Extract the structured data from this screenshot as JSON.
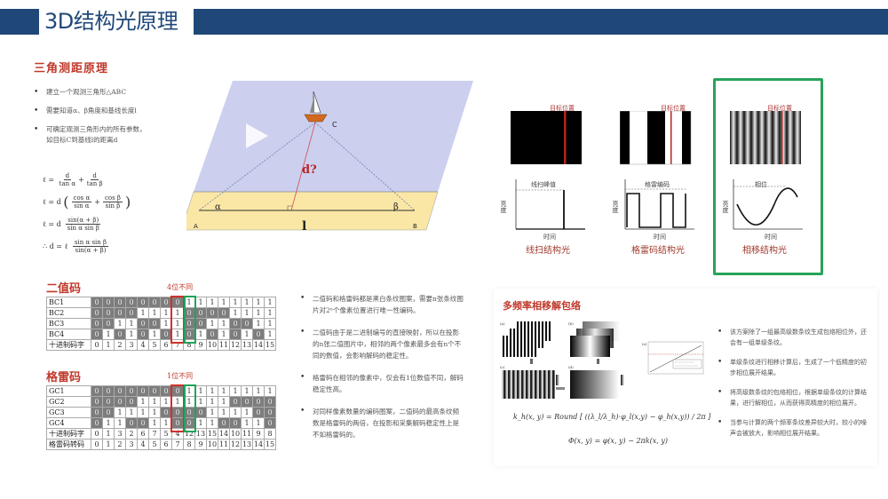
{
  "header": {
    "title": "3D结构光原理",
    "bar_color": "#1f4878"
  },
  "triangulation": {
    "title": "三角测距原理",
    "bullets": [
      "建立一个观测三角形△ABC",
      "需要知道α、β角度和基线长度l",
      "可确定观测三角形内的所有参数，如目标C到基线l的距离d"
    ],
    "formulas": [
      "ℓ = d/tan α + d/tan β",
      "ℓ = d (cos α/sin α + cos β/sin β)",
      "ℓ = d · sin(α + β) / (sin α sin β)",
      "∴ d = ℓ · sin α sin β / sin(α + β)"
    ],
    "diagram": {
      "point_a": "A",
      "point_b": "B",
      "point_c": "C",
      "angle_alpha": "α",
      "angle_beta": "β",
      "distance_label": "d?",
      "baseline_label": "l",
      "play_icon": "play-icon"
    }
  },
  "structured_light": {
    "items": [
      {
        "target_label": "目标位置",
        "range_label": "线扫峰值",
        "y_label": "亮度",
        "x_label": "时间",
        "caption": "线扫结构光"
      },
      {
        "target_label": "目标位置",
        "range_label": "格雷编码",
        "y_label": "亮度",
        "x_label": "时间",
        "caption": "格雷码结构光"
      },
      {
        "target_label": "目标位置",
        "range_label": "相位",
        "y_label": "亮度",
        "x_label": "时间",
        "caption": "相移结构光",
        "highlighted": true
      }
    ],
    "highlight_color": "#27a35a"
  },
  "binary_code": {
    "title": "二值码",
    "diff_label": "4位不同",
    "rows": [
      {
        "label": "BC1",
        "bits": [
          0,
          0,
          0,
          0,
          0,
          0,
          0,
          0,
          1,
          1,
          1,
          1,
          1,
          1,
          1,
          1
        ]
      },
      {
        "label": "BC2",
        "bits": [
          0,
          0,
          0,
          0,
          1,
          1,
          1,
          1,
          0,
          0,
          0,
          0,
          1,
          1,
          1,
          1
        ]
      },
      {
        "label": "BC3",
        "bits": [
          0,
          0,
          1,
          1,
          0,
          0,
          1,
          1,
          0,
          0,
          1,
          1,
          0,
          0,
          1,
          1
        ]
      },
      {
        "label": "BC4",
        "bits": [
          0,
          1,
          0,
          1,
          0,
          1,
          0,
          1,
          0,
          1,
          0,
          1,
          0,
          1,
          0,
          1
        ]
      }
    ],
    "decimal_label": "十进制码字",
    "decimal": [
      0,
      1,
      2,
      3,
      4,
      5,
      6,
      7,
      8,
      9,
      10,
      11,
      12,
      13,
      14,
      15
    ]
  },
  "gray_code": {
    "title": "格雷码",
    "diff_label": "1位不同",
    "rows": [
      {
        "label": "GC1",
        "bits": [
          0,
          0,
          0,
          0,
          0,
          0,
          0,
          0,
          1,
          1,
          1,
          1,
          1,
          1,
          1,
          1
        ]
      },
      {
        "label": "GC2",
        "bits": [
          0,
          0,
          0,
          0,
          1,
          1,
          1,
          1,
          1,
          1,
          1,
          1,
          0,
          0,
          0,
          0
        ]
      },
      {
        "label": "GC3",
        "bits": [
          0,
          0,
          1,
          1,
          1,
          1,
          0,
          0,
          0,
          0,
          1,
          1,
          1,
          1,
          0,
          0
        ]
      },
      {
        "label": "GC4",
        "bits": [
          0,
          1,
          1,
          0,
          0,
          1,
          1,
          0,
          0,
          1,
          1,
          0,
          0,
          1,
          1,
          0
        ]
      }
    ],
    "decimal_label": "十进制码字",
    "decimal": [
      0,
      1,
      3,
      2,
      6,
      7,
      5,
      4,
      12,
      13,
      15,
      14,
      10,
      11,
      9,
      8
    ],
    "converted_label": "格雷码转码",
    "converted": [
      0,
      1,
      2,
      3,
      4,
      5,
      6,
      7,
      8,
      9,
      10,
      11,
      12,
      13,
      14,
      15
    ]
  },
  "code_notes": [
    "二值码和格雷码都是黑白条纹图案，需要n张条纹图片对2ⁿ个像素位置进行唯一性编码。",
    "二值码由于是二进制编号的直接映射，所以在投影的n张二值图片中，相邻的两个像素最多会有n个不同的数值，会影响解码的稳定性。",
    "格雷码在相邻的像素中，仅会有1位数值不同，解码稳定性高。",
    "对同样像素数量的编码图案，二值码的最高条纹频数是格雷码的两倍，在投影和采集解码稳定性上是不如格雷码的。"
  ],
  "multi_freq": {
    "title": "多频率相移解包络",
    "panel_labels": [
      "(a)",
      "(b)",
      "(c)",
      "(d)",
      "(e)"
    ],
    "formula_k": "k_h(x, y) = Round [ ((λ_l/λ_h)·φ_l(x,y) − φ_h(x,y)) / 2π ]",
    "formula_phi": "Φ(x, y) = φ(x, y) − 2πk(x, y)",
    "notes": [
      "该方案除了一组最高级数条纹生成包络相位外，还会有一组单级条纹。",
      "单级条纹进行相移计算后，生成了一个低精度的初步相位展开结果。",
      "将高级数条纹的包络相位，根据单级条纹的计算结果，进行解相位，从而获得高精度的相位展开。",
      "当参与计算的两个频率条纹差异较大时，较小的噪声会被放大，影响相位展开结果。"
    ]
  }
}
